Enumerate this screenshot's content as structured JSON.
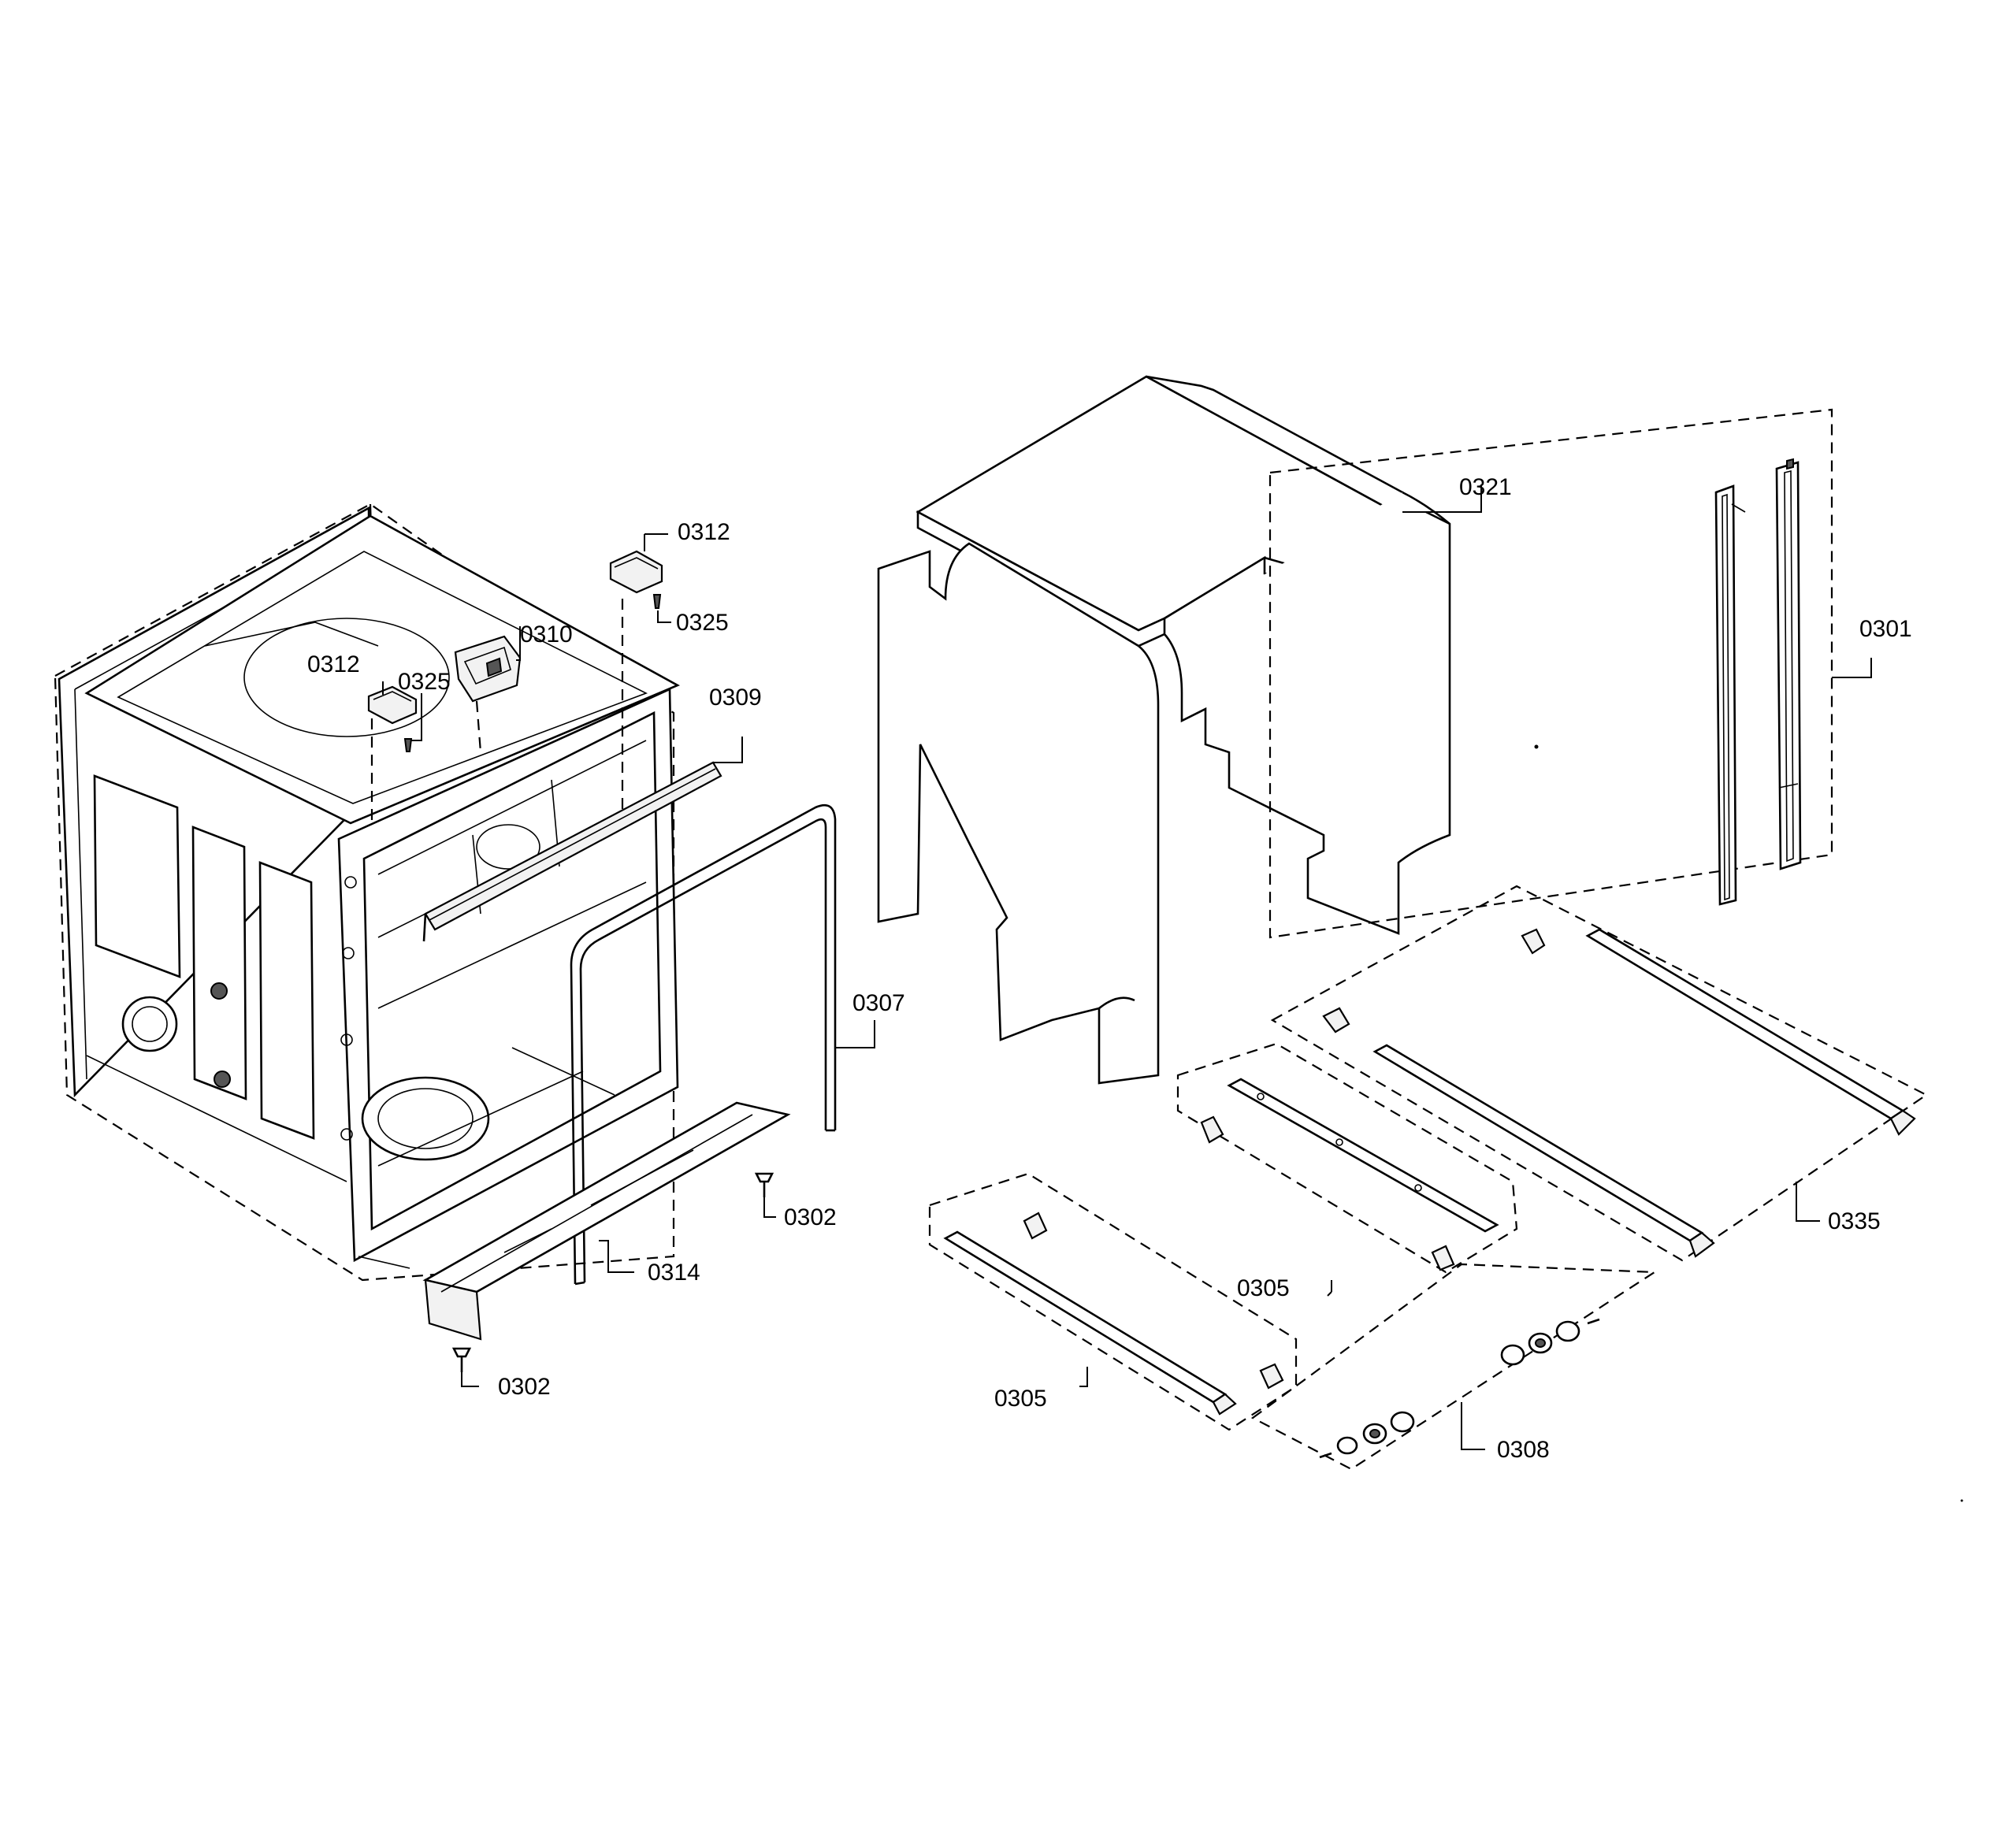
{
  "callouts": {
    "p0301": "0301",
    "p0302a": "0302",
    "p0302b": "0302",
    "p0305a": "0305",
    "p0305b": "0305",
    "p0307": "0307",
    "p0308": "0308",
    "p0309": "0309",
    "p0310": "0310",
    "p0312a": "0312",
    "p0312b": "0312",
    "p0314": "0314",
    "p0321": "0321",
    "p0325a": "0325",
    "p0325b": "0325",
    "p0335": "0335"
  }
}
